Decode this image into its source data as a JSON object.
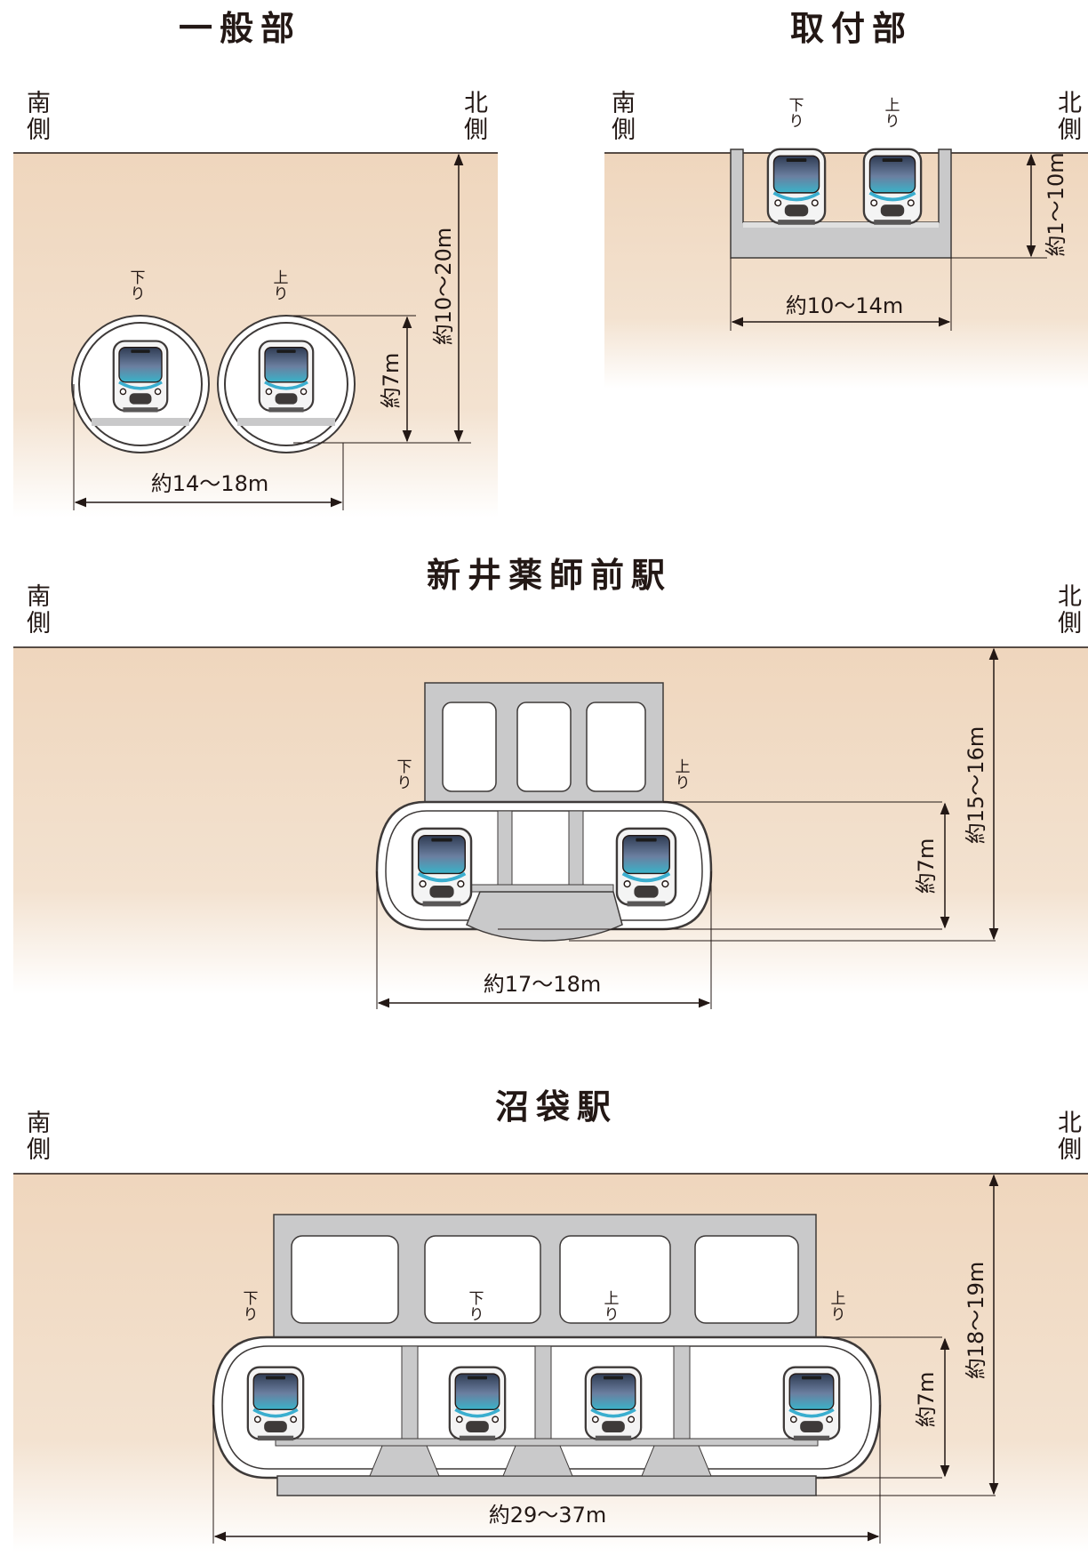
{
  "sections": {
    "general": {
      "title": "一般部",
      "south": [
        "南",
        "側"
      ],
      "north": [
        "北",
        "側"
      ],
      "dirs": [
        "下",
        "り",
        "上",
        "り"
      ],
      "dim_width": "約14〜18m",
      "dim_height": "約7m",
      "dim_depth": "約10〜20m"
    },
    "connection": {
      "title": "取付部",
      "south": [
        "南",
        "側"
      ],
      "north": [
        "北",
        "側"
      ],
      "dirs": [
        "下",
        "り",
        "上",
        "り"
      ],
      "dim_width": "約10〜14m",
      "dim_depth": "約1〜10m"
    },
    "arai": {
      "title": "新井薬師前駅",
      "south": [
        "南",
        "側"
      ],
      "north": [
        "北",
        "側"
      ],
      "dirs": [
        "下",
        "り",
        "上",
        "り"
      ],
      "dim_width": "約17〜18m",
      "dim_height": "約7m",
      "dim_depth": "約15〜16m"
    },
    "numabukuro": {
      "title": "沼袋駅",
      "south": [
        "南",
        "側"
      ],
      "north": [
        "北",
        "側"
      ],
      "dirs": [
        "下",
        "り",
        "下",
        "り",
        "上",
        "り",
        "上",
        "り"
      ],
      "dim_width": "約29〜37m",
      "dim_height": "約7m",
      "dim_depth": "約18〜19m"
    }
  },
  "colors": {
    "soil": "#efd6bd",
    "concrete": "#c9c9ca",
    "tunnel_outline": "#595757",
    "line": "#231815",
    "train_body": "#f4f4f4",
    "train_window": "#4f5f7a",
    "train_accent": "#3aaecf"
  }
}
